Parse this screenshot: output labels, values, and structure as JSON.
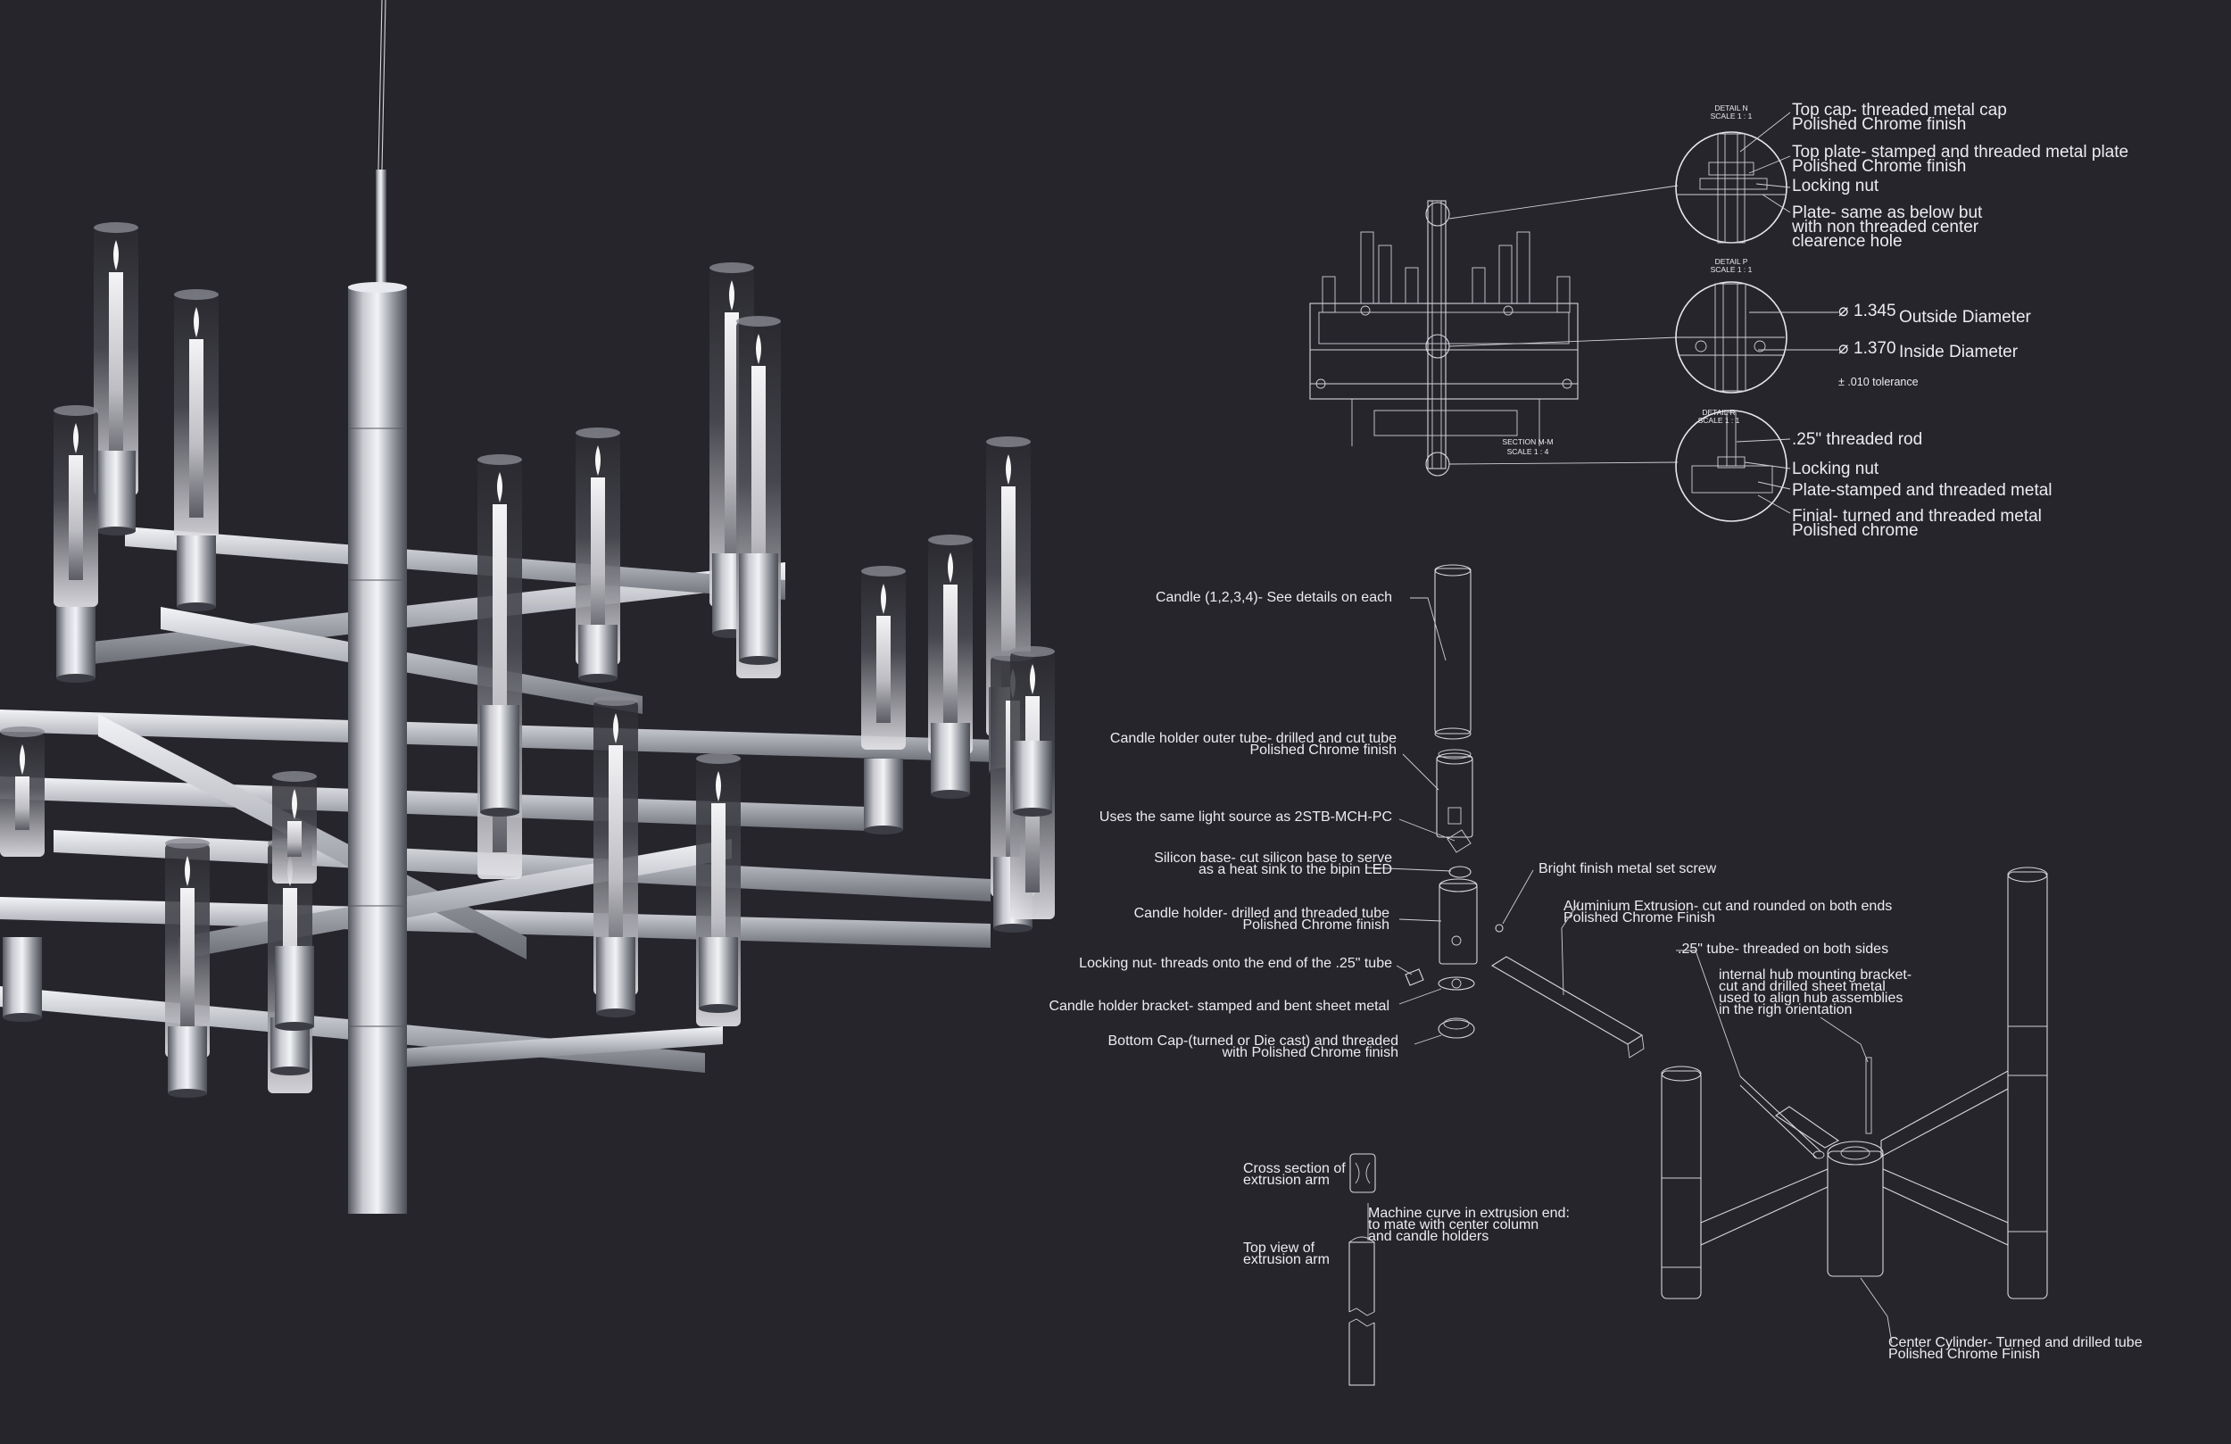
{
  "detail_n": {
    "title": "DETAIL N",
    "scale": "SCALE 1 : 1",
    "labels": [
      [
        "Top cap- threaded metal cap",
        "Polished Chrome finish"
      ],
      [
        "Top plate- stamped and threaded metal plate",
        "Polished Chrome finish"
      ],
      [
        "Locking nut"
      ],
      [
        "Plate- same as below but",
        "with non threaded center",
        "clearence hole"
      ]
    ]
  },
  "detail_p": {
    "title": "DETAIL P",
    "scale": "SCALE 1 : 1",
    "outside_value": "1.345",
    "outside_label": "Outside Diameter",
    "inside_value": "1.370",
    "inside_label": "Inside Diameter",
    "tolerance": "± .010 tolerance"
  },
  "detail_r": {
    "title": "DETAIL R",
    "scale": "SCALE 1 : 1",
    "labels": [
      [
        ".25\" threaded rod"
      ],
      [
        "Locking nut"
      ],
      [
        "Plate-stamped and threaded metal"
      ],
      [
        "Finial- turned and threaded metal",
        "Polished chrome"
      ]
    ]
  },
  "section": {
    "title": "SECTION M-M",
    "scale": "SCALE 1 : 4"
  },
  "exploded": {
    "labels": [
      [
        "Candle (1,2,3,4)- See details on each"
      ],
      [
        "Candle holder outer tube- drilled and cut tube",
        "Polished Chrome finish"
      ],
      [
        "Uses the same light source as 2STB-MCH-PC"
      ],
      [
        "Silicon base- cut silicon base to serve",
        "as a heat sink to the bipin LED"
      ],
      [
        "Candle holder- drilled and threaded tube",
        "Polished Chrome finish"
      ],
      [
        "Locking nut- threads onto the end of the .25\" tube"
      ],
      [
        "Candle holder bracket- stamped and bent sheet metal"
      ],
      [
        "Bottom Cap-(turned or Die cast) and threaded",
        "with Polished Chrome finish"
      ]
    ],
    "right_labels": [
      [
        "Bright finish metal set screw"
      ],
      [
        "Aluminium Extrusion- cut and rounded on both ends",
        "Polished Chrome Finish"
      ],
      [
        ".25\" tube- threaded on both sides"
      ],
      [
        "internal hub mounting bracket-",
        "cut and drilled sheet metal",
        "used to align hub assemblies",
        "in the righ orientation"
      ],
      [
        "Center Cylinder- Turned and drilled tube",
        "Polished Chrome Finish"
      ]
    ]
  },
  "extrusion": {
    "cross_section": [
      "Cross section of",
      "extrusion arm"
    ],
    "top_view": [
      "Top view of",
      "extrusion arm"
    ],
    "machine_curve": [
      "Machine curve in extrusion end:",
      "to mate with center column",
      "and candle holders"
    ]
  },
  "colors": {
    "background": "#26252b",
    "line": "#d6d6dc",
    "chrome_light": "#e6e7ec",
    "chrome_dark": "#6d6f77"
  }
}
